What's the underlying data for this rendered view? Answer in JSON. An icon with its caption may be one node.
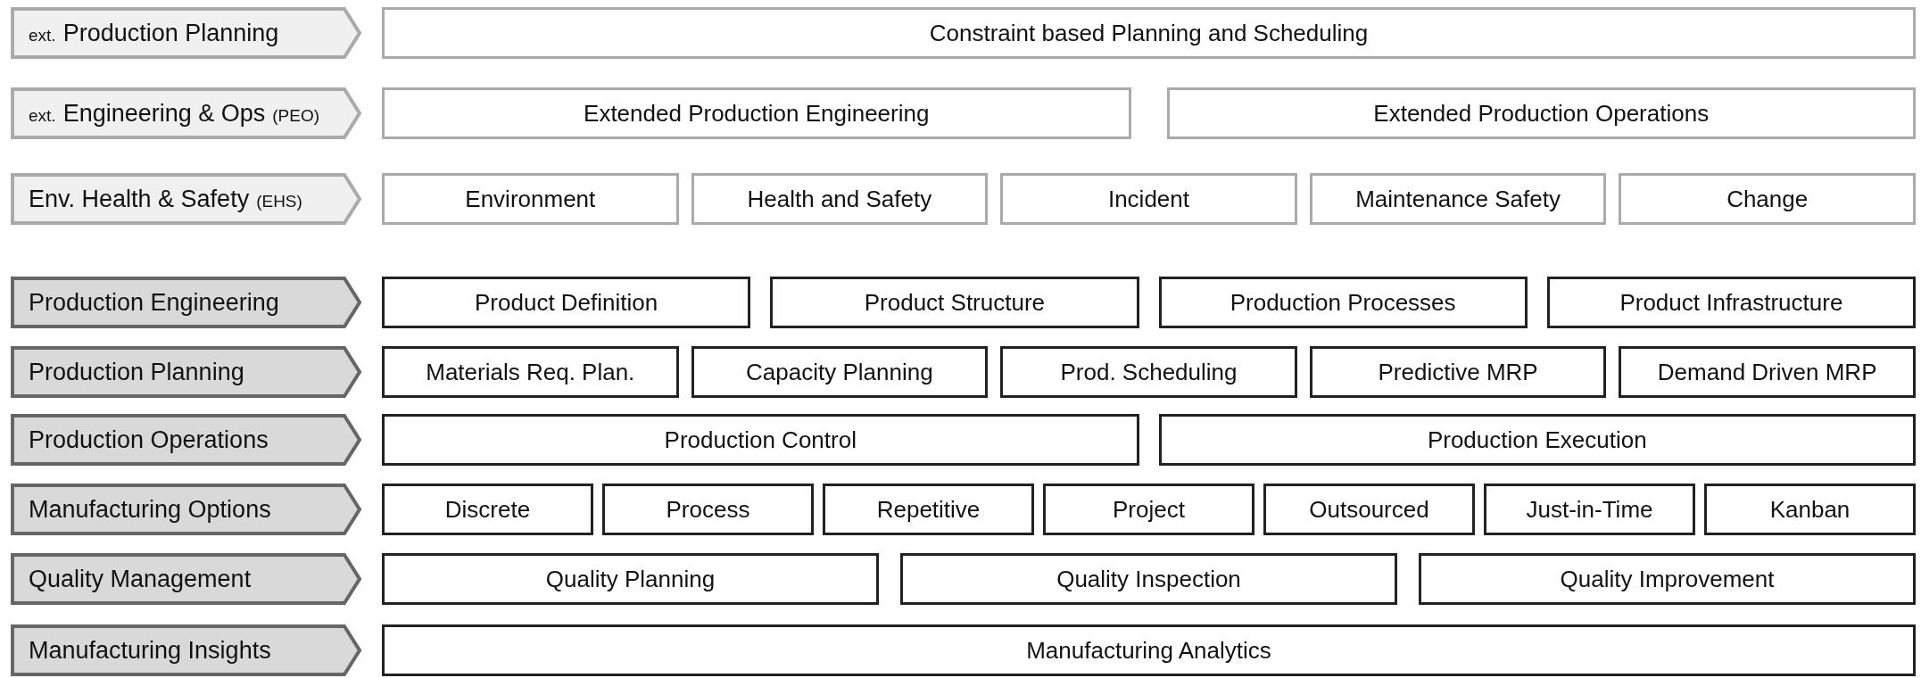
{
  "diagram": {
    "nodes": [
      {
        "text": [
          "ext.",
          "Production Planning"
        ]
      },
      {
        "text": [
          "Constraint based Planning and Scheduling"
        ]
      },
      {
        "text": [
          "ext.",
          "Engineering & Ops",
          "(PEO)"
        ]
      },
      {
        "text": [
          "Extended Production Engineering"
        ]
      },
      {
        "text": [
          "Extended Production Operations"
        ]
      },
      {
        "text": [
          "Env. Health & Safety",
          "(EHS)"
        ]
      },
      {
        "text": [
          "Environment"
        ]
      },
      {
        "text": [
          "Health and Safety"
        ]
      },
      {
        "text": [
          "Incident"
        ]
      },
      {
        "text": [
          "Maintenance Safety"
        ]
      },
      {
        "text": [
          "Change"
        ]
      },
      {
        "text": [
          "Production Engineering"
        ]
      },
      {
        "text": [
          "Product Definition"
        ]
      },
      {
        "text": [
          "Product Structure"
        ]
      },
      {
        "text": [
          "Production Processes"
        ]
      },
      {
        "text": [
          "Product Infrastructure"
        ]
      },
      {
        "text": [
          "Production Planning"
        ]
      },
      {
        "text": [
          "Materials Req. Plan."
        ]
      },
      {
        "text": [
          "Capacity Planning"
        ]
      },
      {
        "text": [
          "Prod. Scheduling"
        ]
      },
      {
        "text": [
          "Predictive MRP"
        ]
      },
      {
        "text": [
          "Demand Driven MRP"
        ]
      },
      {
        "text": [
          "Production Operations"
        ]
      },
      {
        "text": [
          "Production Control"
        ]
      },
      {
        "text": [
          "Production Execution"
        ]
      },
      {
        "text": [
          "Manufacturing Options"
        ]
      },
      {
        "text": [
          "Discrete"
        ]
      },
      {
        "text": [
          "Process"
        ]
      },
      {
        "text": [
          "Repetitive"
        ]
      },
      {
        "text": [
          "Project"
        ]
      },
      {
        "text": [
          "Outsourced"
        ]
      },
      {
        "text": [
          "Just-in-Time"
        ]
      },
      {
        "text": [
          "Kanban"
        ]
      },
      {
        "text": [
          "Quality Management"
        ]
      },
      {
        "text": [
          "Quality Planning"
        ]
      },
      {
        "text": [
          "Quality Inspection"
        ]
      },
      {
        "text": [
          "Quality Improvement"
        ]
      },
      {
        "text": [
          "Manufacturing Insights"
        ]
      },
      {
        "text": [
          "Manufacturing Analytics"
        ]
      }
    ]
  }
}
